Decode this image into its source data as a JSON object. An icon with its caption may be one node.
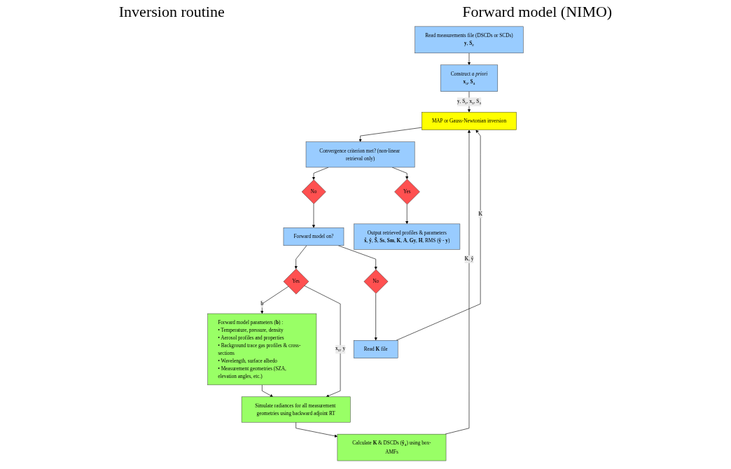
{
  "diagram": {
    "nodes": [
      {
        "text": [
          "Read measurements file (DSCDs or SCDs)",
          "**y**, **S**$_{ε}$"
        ]
      },
      {
        "text": [
          "Construct *a priori*",
          "**x**$_{a}$, **S**$_{a}$"
        ]
      },
      {
        "text": [
          "Forward model parameters (**b**) :",
          "• Temperature, pressure, density",
          "• Aerosol profiles and properties",
          "• Background trace gas profiles & cross-sections",
          "• Wavelength, surface albedo",
          "• Measurement geometries (SZA, elevation angles, etc.)"
        ]
      },
      {
        "text": [
          "Forward model on?"
        ]
      },
      {
        "text": [
          "Yes"
        ]
      },
      {
        "text": [
          "No"
        ]
      },
      {
        "text": [
          "Read **K** file"
        ]
      },
      {
        "text": [
          "MAP or Gauss-Newtonian inversion"
        ]
      },
      {
        "text": [
          "Simulate radiances for all measurement geometries using backward adjoint RT"
        ]
      },
      {
        "text": [
          "Convergence criterion met? (non-linear retrieval only)"
        ]
      },
      {
        "text": [
          "No"
        ]
      },
      {
        "text": [
          "Yes"
        ]
      },
      {
        "text": [
          "Output retrieved profiles & parameters",
          "**x̂**, **ŷ**, **Ŝ**, **Ss**, **Sm**, **K**, **A**, **Gy**, **H**, RMS (**ŷ** - **y**)"
        ]
      },
      {
        "text": [
          "Calculate **K** & DSCDs (**ŷ**$_{a}$) using box-AMFs"
        ]
      }
    ],
    "edges": [
      {
        "from": 0,
        "to": 1,
        "arrow": "to"
      },
      {
        "from": 3,
        "to": 4,
        "arrow": "to"
      },
      {
        "from": 4,
        "to": 2,
        "arrow": "to",
        "label": "**b**"
      },
      {
        "from": 4,
        "to": 8,
        "arrow": "to",
        "label": "**x**$_{n}$, **y**"
      },
      {
        "from": 1,
        "to": 7,
        "arrow": "to",
        "label": "**y**, **S**$_{ε}$, **x**$_{a}$, **S**$_{a}$"
      },
      {
        "from": 3,
        "to": 5,
        "arrow": "to"
      },
      {
        "from": 5,
        "to": 6,
        "arrow": "to"
      },
      {
        "from": 6,
        "to": 7,
        "arrow": "to",
        "label": "**K**"
      },
      {
        "from": 2,
        "to": 8,
        "arrow": "to"
      },
      {
        "from": 8,
        "to": 13,
        "arrow": "to"
      },
      {
        "from": 13,
        "to": 7,
        "arrow": "to",
        "label": "**K**, **ŷ**"
      },
      {
        "from": 7,
        "to": 9,
        "arrow": "to"
      },
      {
        "from": 9,
        "to": 10,
        "arrow": "to"
      },
      {
        "from": 10,
        "to": 3,
        "arrow": "to"
      },
      {
        "from": 9,
        "to": 11,
        "arrow": "to"
      },
      {
        "from": 11,
        "to": 12,
        "arrow": "to"
      }
    ],
    "labels": [
      "Inversion routine",
      "Forward model (NIMO)"
    ]
  }
}
